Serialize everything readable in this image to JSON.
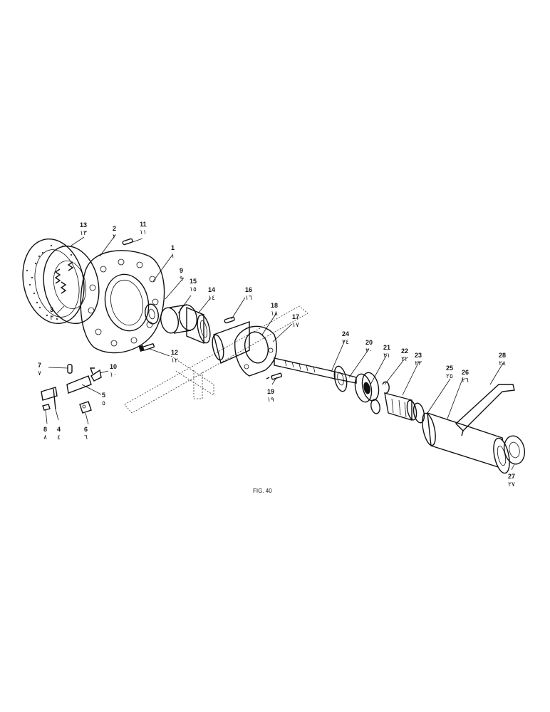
{
  "figure": {
    "caption": "FIG. 40",
    "callouts": [
      {
        "id": "1",
        "num": "1",
        "arabic": "١"
      },
      {
        "id": "2",
        "num": "2",
        "arabic": "٢"
      },
      {
        "id": "3",
        "num": "3",
        "arabic": "٣"
      },
      {
        "id": "4",
        "num": "4",
        "arabic": "٤"
      },
      {
        "id": "5",
        "num": "5",
        "arabic": "٥"
      },
      {
        "id": "6",
        "num": "6",
        "arabic": "٦"
      },
      {
        "id": "7",
        "num": "7",
        "arabic": "٧"
      },
      {
        "id": "8",
        "num": "8",
        "arabic": "٨"
      },
      {
        "id": "9",
        "num": "9",
        "arabic": "٩"
      },
      {
        "id": "10",
        "num": "10",
        "arabic": "١٠"
      },
      {
        "id": "11",
        "num": "11",
        "arabic": "١١"
      },
      {
        "id": "12",
        "num": "12",
        "arabic": "١٢"
      },
      {
        "id": "13",
        "num": "13",
        "arabic": "١٣"
      },
      {
        "id": "14",
        "num": "14",
        "arabic": "١٤"
      },
      {
        "id": "15",
        "num": "15",
        "arabic": "١٥"
      },
      {
        "id": "16",
        "num": "16",
        "arabic": "١٦"
      },
      {
        "id": "17",
        "num": "17",
        "arabic": "١٧"
      },
      {
        "id": "18",
        "num": "18",
        "arabic": "١٨"
      },
      {
        "id": "19",
        "num": "19",
        "arabic": "١٩"
      },
      {
        "id": "20",
        "num": "20",
        "arabic": "٢٠"
      },
      {
        "id": "21",
        "num": "21",
        "arabic": "٢١"
      },
      {
        "id": "22",
        "num": "22",
        "arabic": "٢٢"
      },
      {
        "id": "23",
        "num": "23",
        "arabic": "٢٣"
      },
      {
        "id": "24",
        "num": "24",
        "arabic": "٢٤"
      },
      {
        "id": "25",
        "num": "25",
        "arabic": "٢٥"
      },
      {
        "id": "26",
        "num": "26",
        "arabic": "٢٦"
      },
      {
        "id": "27",
        "num": "27",
        "arabic": "٢٧"
      },
      {
        "id": "28",
        "num": "28",
        "arabic": "٢٨"
      }
    ]
  }
}
